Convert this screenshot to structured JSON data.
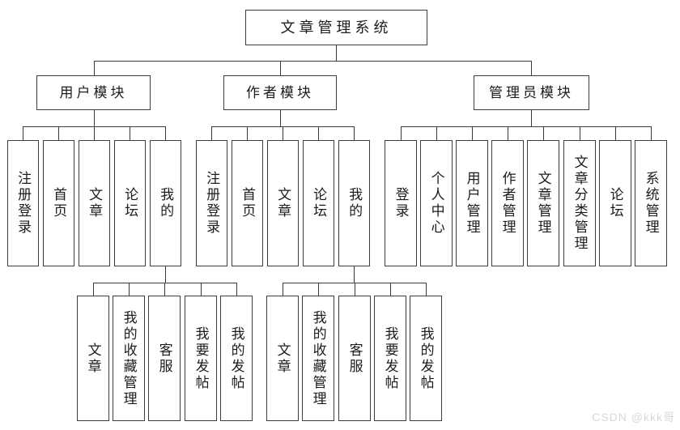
{
  "chart": {
    "root": "文章管理系统",
    "modules": [
      {
        "label": "用户模块",
        "children": [
          "注册登录",
          "首页",
          "文章",
          "论坛",
          "我的"
        ]
      },
      {
        "label": "作者模块",
        "children": [
          "注册登录",
          "首页",
          "文章",
          "论坛",
          "我的"
        ]
      },
      {
        "label": "管理员模块",
        "children": [
          "登录",
          "个人中心",
          "用户管理",
          "作者管理",
          "文章管理",
          "文章分类管理",
          "论坛",
          "系统管理"
        ]
      }
    ],
    "my_submodules": [
      {
        "parent_module": "用户模块",
        "parent": "我的",
        "children": [
          "文章",
          "我的收藏管理",
          "客服",
          "我要发帖",
          "我的发帖"
        ]
      },
      {
        "parent_module": "作者模块",
        "parent": "我的",
        "children": [
          "文章",
          "我的收藏管理",
          "客服",
          "我要发帖",
          "我的发帖"
        ]
      }
    ]
  },
  "watermark": {
    "text": "CSDN @kkk哥",
    "color": "#d8d8d8"
  },
  "colors": {
    "background": "#ffffff",
    "box_border": "#3d3d3d",
    "connector_line": "#3a3a3a",
    "text": "#1c1c1c"
  }
}
